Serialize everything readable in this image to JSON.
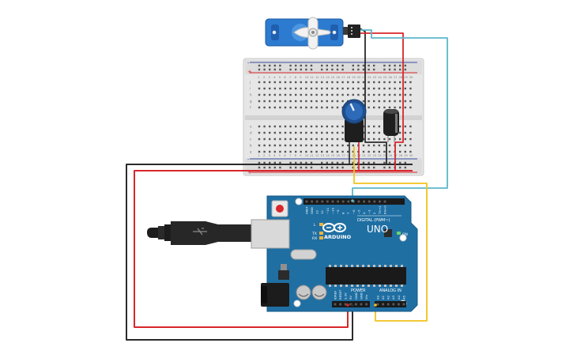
{
  "colors": {
    "wire_black": "#2b2b2b",
    "wire_red": "#d8262b",
    "wire_yellow": "#f2c31b",
    "wire_cyan": "#5bb8c9",
    "board_blue": "#1f6fa3",
    "breadboard": "#e3e3e3",
    "servo_blue": "#2c7bd0"
  },
  "arduino": {
    "brand": "ARDUINO",
    "model": "UNO",
    "digital_label": "DIGITAL (PWM~)",
    "power_label": "POWER",
    "analog_label": "ANALOG IN",
    "on_label": "ON",
    "l_label": "L",
    "tx_label": "TX",
    "rx_label": "RX",
    "digital_pins": [
      "AREF",
      "GND",
      "13",
      "12",
      "~11",
      "~10",
      "~9",
      "8",
      "7",
      "~6",
      "~5",
      "4",
      "~3",
      "2",
      "TX→1",
      "RX←0"
    ],
    "power_pins": [
      "IOREF",
      "RESET",
      "3.3V",
      "5V",
      "GND",
      "GND",
      "Vin"
    ],
    "analog_pins": [
      "A0",
      "A1",
      "A2",
      "A3",
      "A4",
      "A5"
    ]
  },
  "breadboard": {
    "columns": [
      "1",
      "2",
      "3",
      "4",
      "5",
      "6",
      "7",
      "8",
      "9",
      "10",
      "11",
      "12",
      "13",
      "14",
      "15",
      "16",
      "17",
      "18",
      "19",
      "20",
      "21",
      "22",
      "23",
      "24",
      "25",
      "26",
      "27",
      "28",
      "29",
      "30"
    ],
    "rows_top": [
      "j",
      "i",
      "h",
      "g",
      "f"
    ],
    "rows_bottom": [
      "e",
      "d",
      "c",
      "b",
      "a"
    ],
    "rail_plus": "+",
    "rail_minus": "-"
  }
}
